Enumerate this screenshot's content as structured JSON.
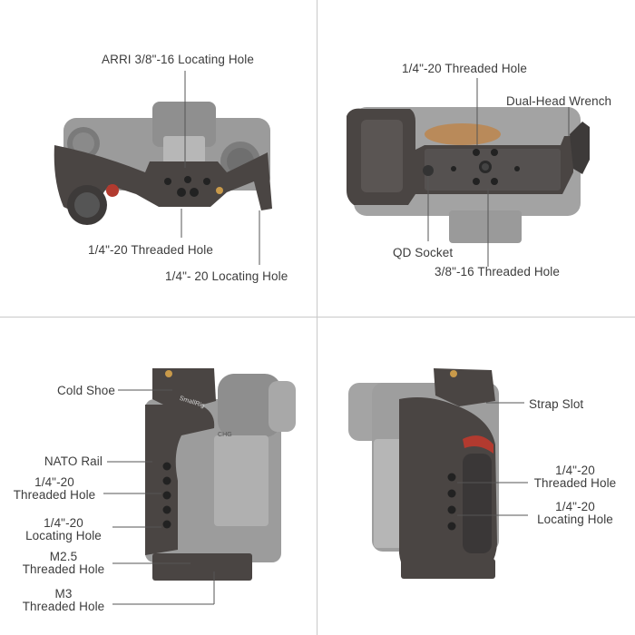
{
  "panels": {
    "top_view": {
      "labels": {
        "arri": "ARRI 3/8\"-16 Locating Hole",
        "threaded": "1/4\"-20 Threaded Hole",
        "locating": "1/4\"- 20 Locating Hole"
      }
    },
    "bottom_view": {
      "labels": {
        "threaded_1_4": "1/4\"-20 Threaded Hole",
        "wrench": "Dual-Head Wrench",
        "qd": "QD Socket",
        "threaded_3_8": "3/8\"-16 Threaded Hole"
      }
    },
    "left_side": {
      "labels": {
        "cold_shoe": "Cold Shoe",
        "nato": "NATO Rail",
        "threaded_l1": "1/4\"-20",
        "threaded_l2": "Threaded Hole",
        "locating_l1": "1/4\"-20",
        "locating_l2": "Locating Hole",
        "m25_l1": "M2.5",
        "m25_l2": "Threaded Hole",
        "m3_l1": "M3",
        "m3_l2": "Threaded Hole"
      },
      "engravings": {
        "brand": "SmallRig",
        "mark": "CHG"
      }
    },
    "right_side": {
      "labels": {
        "strap": "Strap Slot",
        "threaded_l1": "1/4\"-20",
        "threaded_l2": "Threaded Hole",
        "locating_l1": "1/4\"-20",
        "locating_l2": "Locating Hole"
      }
    }
  },
  "colors": {
    "background": "#ffffff",
    "divider": "#c9c9c9",
    "cage_metal": "#4a4543",
    "camera_body": "#9a9a9a",
    "leader_line": "#555555",
    "accent_red": "#b23a2f",
    "brass": "#c99a4a"
  }
}
